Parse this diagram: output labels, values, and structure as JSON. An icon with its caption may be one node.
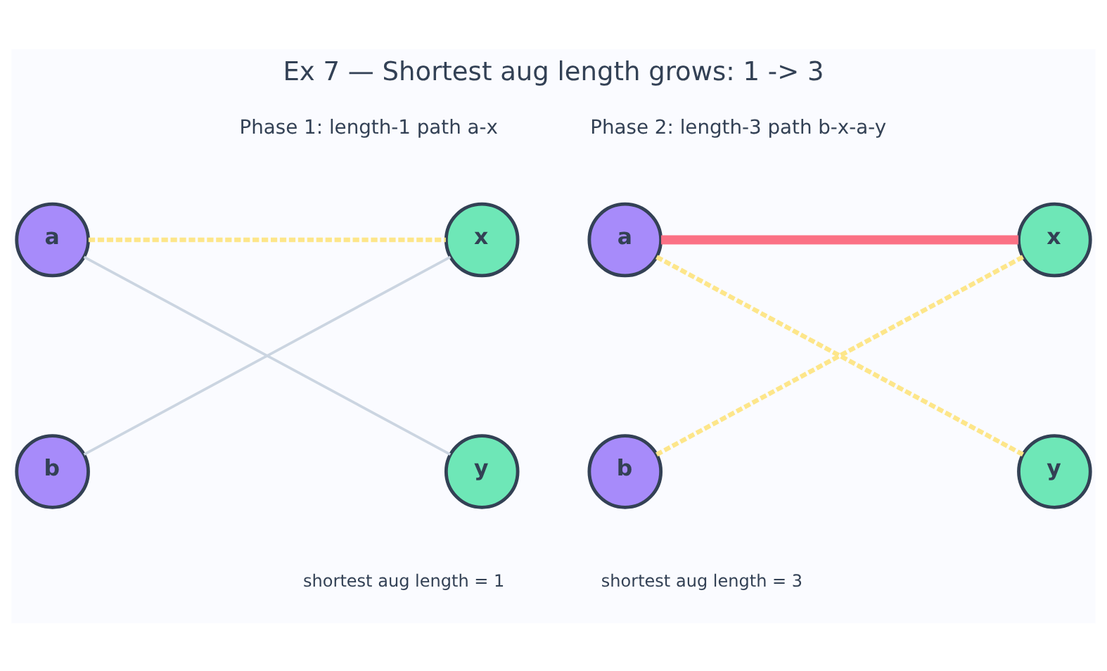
{
  "diagram": {
    "title": "Ex 7 — Shortest aug length grows: 1 -> 3",
    "nodes": [
      {
        "text": [
          "a"
        ]
      },
      {
        "text": [
          "x"
        ]
      },
      {
        "text": [
          "b"
        ]
      },
      {
        "text": [
          "y"
        ]
      },
      {
        "text": [
          "a"
        ]
      },
      {
        "text": [
          "x"
        ]
      },
      {
        "text": [
          "b"
        ]
      },
      {
        "text": [
          "y"
        ]
      }
    ],
    "edges": [
      {
        "from": 0,
        "to": 1,
        "arrow": "none",
        "style": "dashed",
        "color": "#fde68a"
      },
      {
        "from": 0,
        "to": 3,
        "arrow": "none"
      },
      {
        "from": 1,
        "to": 2,
        "arrow": "none"
      },
      {
        "from": 4,
        "to": 5,
        "arrow": "none",
        "style": "thick",
        "color": "#fb7185"
      },
      {
        "from": 4,
        "to": 7,
        "arrow": "none",
        "style": "dashed",
        "color": "#fde68a"
      },
      {
        "from": 5,
        "to": 6,
        "arrow": "none",
        "style": "dashed",
        "color": "#fde68a"
      }
    ],
    "labels": [
      "Phase 1: length-1 path a-x",
      "Phase 2: length-3 path b-x-a-y",
      "shortest aug length = 1",
      "shortest aug length = 3"
    ]
  }
}
